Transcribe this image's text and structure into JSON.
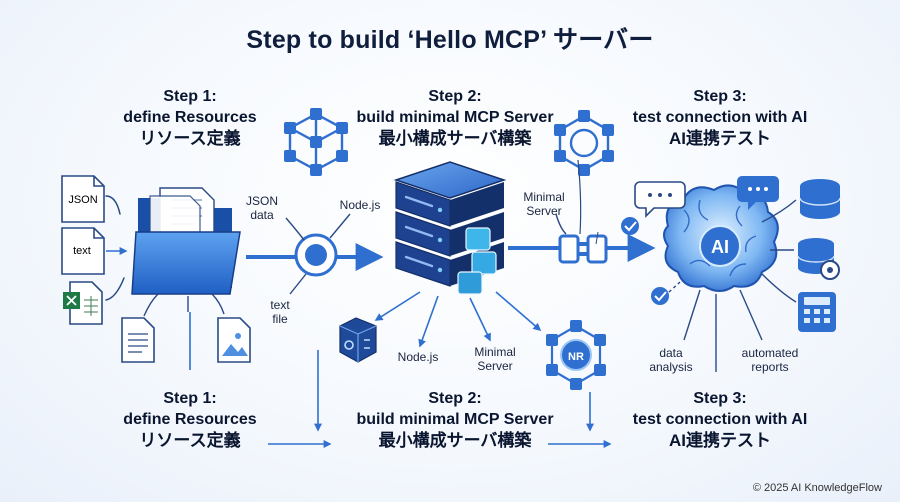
{
  "title": "Step to build ‘Hello MCP’ サーバー",
  "steps_top": [
    {
      "l1": "Step 1:",
      "l2": "define Resources",
      "l3": "リソース定義"
    },
    {
      "l1": "Step 2:",
      "l2": "build minimal MCP Server",
      "l3": "最小構成サーバ構築"
    },
    {
      "l1": "Step 3:",
      "l2": "test connection with AI",
      "l3": "AI連携テスト"
    }
  ],
  "steps_bottom": [
    {
      "l1": "Step 1:",
      "l2": "define Resources",
      "l3": "リソース定義"
    },
    {
      "l1": "Step 2:",
      "l2": "build minimal MCP Server",
      "l3": "最小構成サーバ構築"
    },
    {
      "l1": "Step 3:",
      "l2": "test connection with AI",
      "l3": "AI連携テスト"
    }
  ],
  "files": {
    "json": "JSON",
    "text": "text"
  },
  "labels": {
    "json_data": "JSON\ndata",
    "nodejs_top": "Node.js",
    "text_file": "text\nfile",
    "minimal_server_top": "Minimal\nServer",
    "nodejs_bottom": "Node.js",
    "minimal_server_bottom": "Minimal\nServer",
    "nr_badge": "NR",
    "ai_badge": "AI",
    "data_analysis": "data\nanalysis",
    "automated_reports": "automated\nreports"
  },
  "copyright": "© 2025 AI KnowledgeFlow",
  "colors": {
    "accent": "#2f6fd0",
    "dark": "#0f1e3c",
    "server": "#1f3f86",
    "light_blue": "#5b9be6"
  }
}
